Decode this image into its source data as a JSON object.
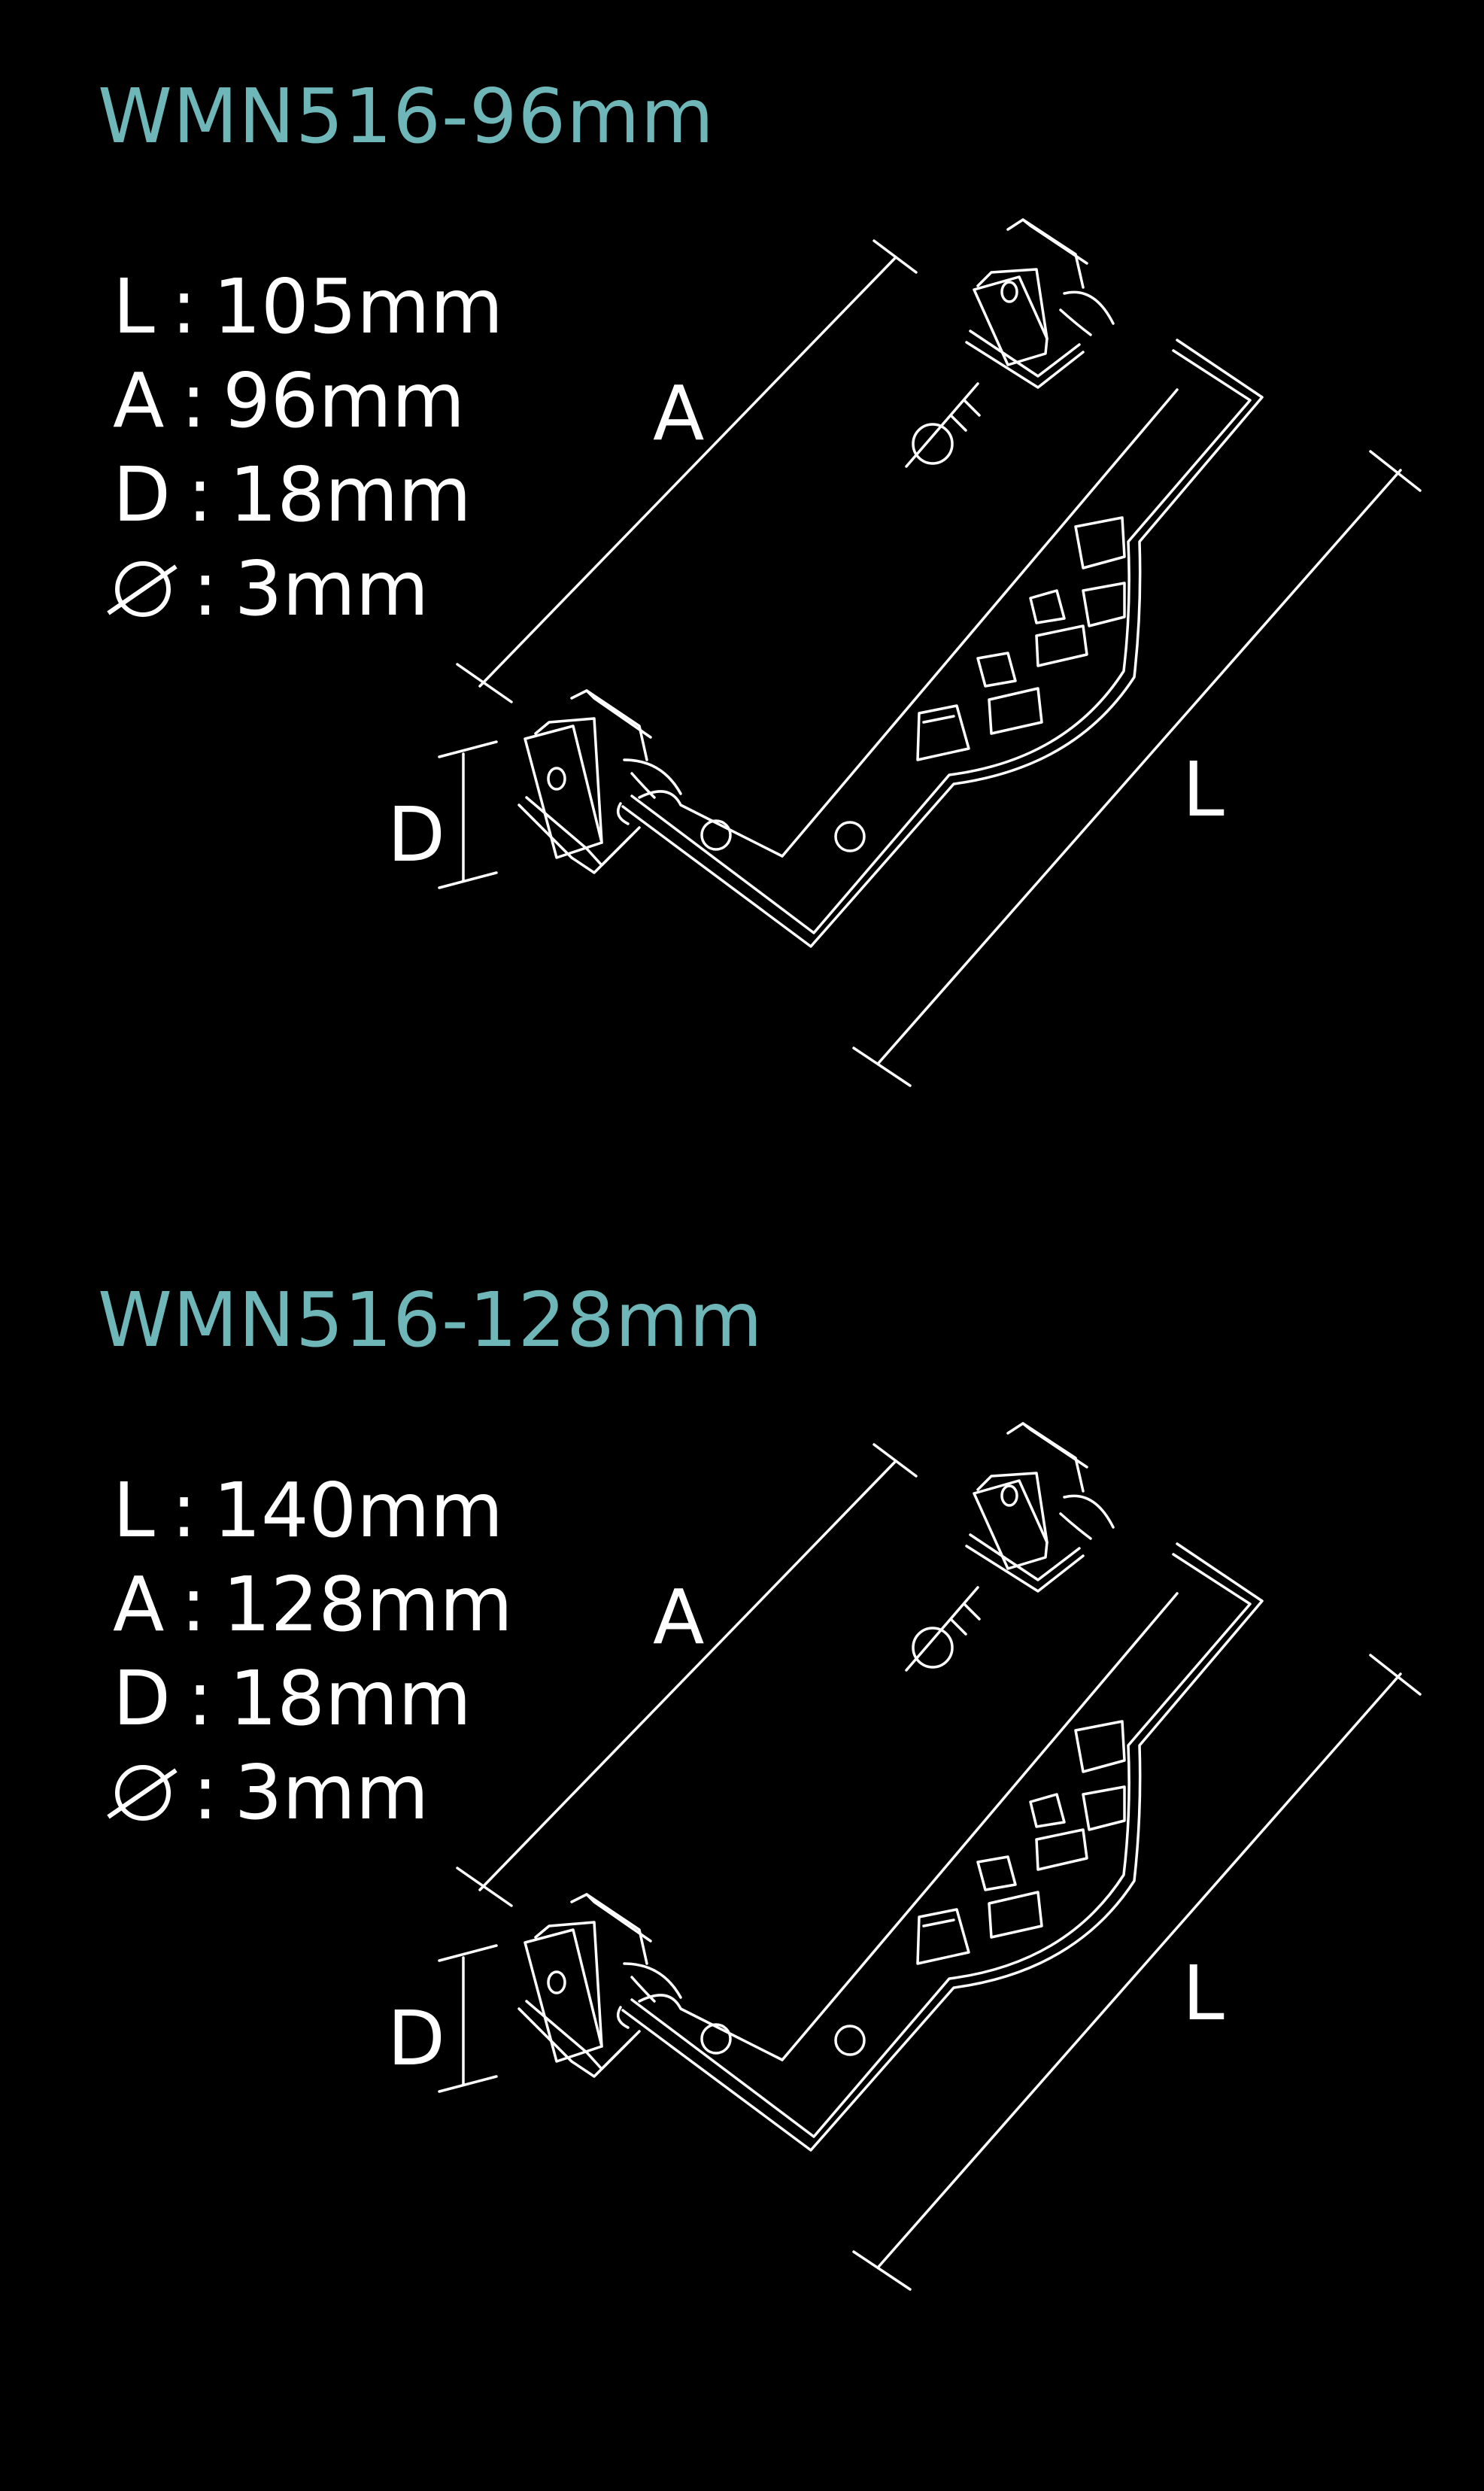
{
  "colors": {
    "background": "#000000",
    "title": "#6fb6b8",
    "text": "#ffffff",
    "line": "#ffffff"
  },
  "sections": [
    {
      "title": "WMN516-96mm",
      "specs": {
        "length": {
          "key": "L",
          "sep": ":",
          "value": "105mm"
        },
        "center": {
          "key": "A",
          "sep": ":",
          "value": "96mm"
        },
        "depth": {
          "key": "D",
          "sep": ":",
          "value": "18mm"
        },
        "diameter": {
          "icon": "diameter-icon",
          "sep": ":",
          "value": "3mm"
        }
      },
      "dimension_labels": {
        "a": "A",
        "l": "L",
        "d": "D"
      }
    },
    {
      "title": "WMN516-128mm",
      "specs": {
        "length": {
          "key": "L",
          "sep": ":",
          "value": "140mm"
        },
        "center": {
          "key": "A",
          "sep": ":",
          "value": "128mm"
        },
        "depth": {
          "key": "D",
          "sep": ":",
          "value": "18mm"
        },
        "diameter": {
          "icon": "diameter-icon",
          "sep": ":",
          "value": "3mm"
        }
      },
      "dimension_labels": {
        "a": "A",
        "l": "L",
        "d": "D"
      }
    }
  ]
}
